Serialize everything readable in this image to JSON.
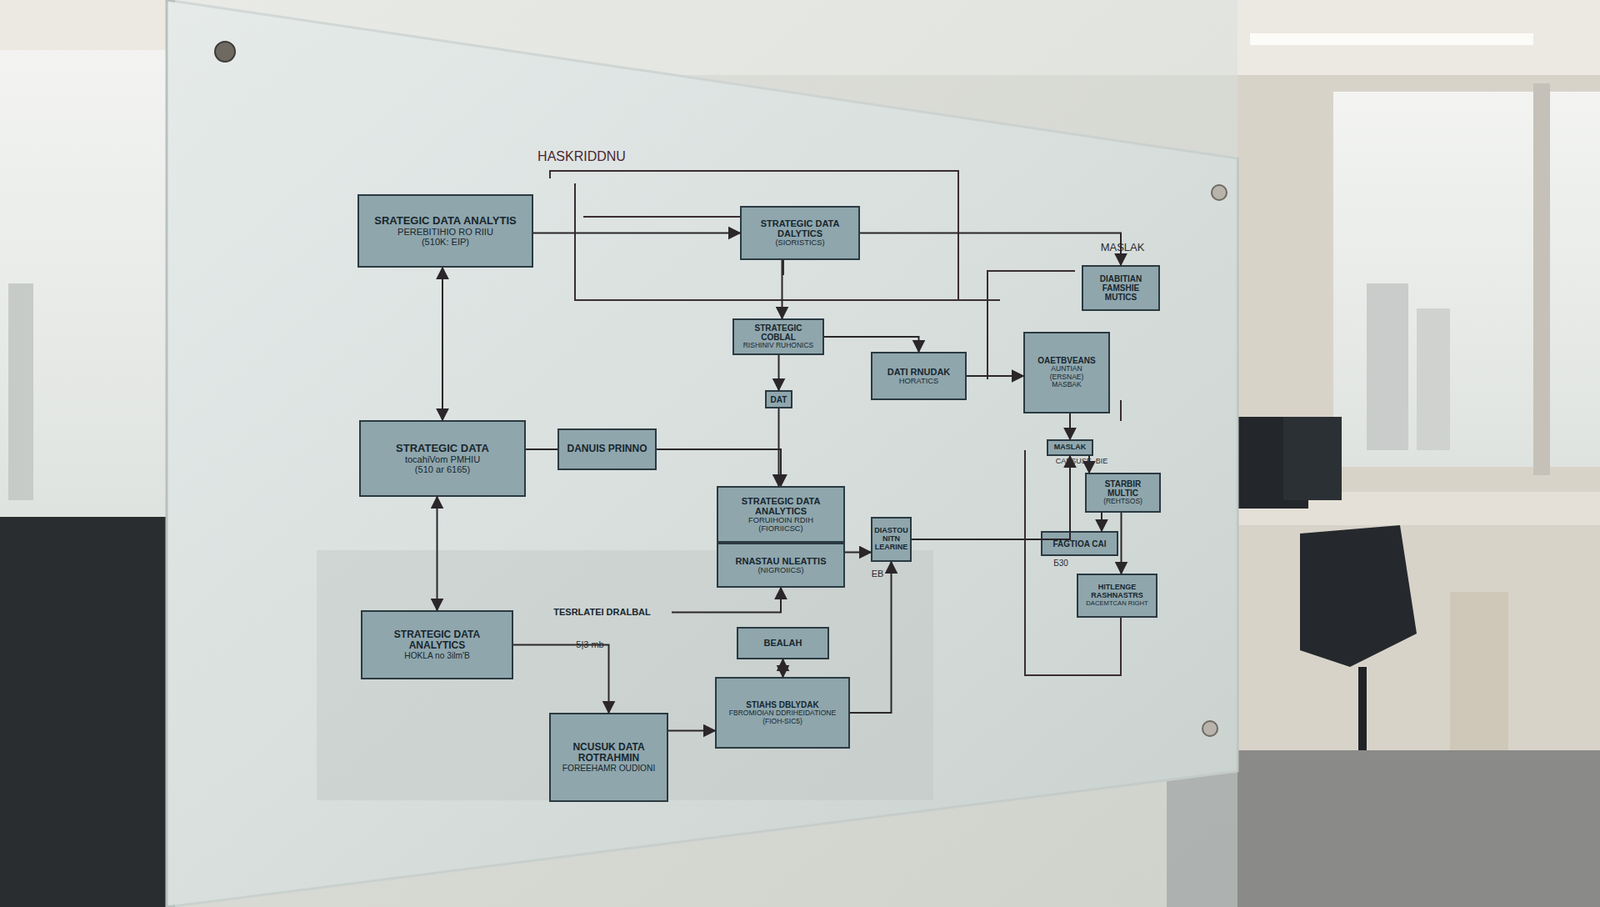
{
  "diagram": {
    "title": "HASKRIDDNU",
    "nodes": [
      {
        "text": [
          "SRATEGIC DATA ANALYTIS",
          "PEREBITIHIO RO RIIU",
          "(510K: EIP)"
        ]
      },
      {
        "text": [
          "STRATEGIC DATA DALYTICS",
          "(SIORISTICS)"
        ]
      },
      {
        "text": [
          "DIABITIAN FAMSHIE MUTICS"
        ]
      },
      {
        "text": [
          "STRATEGIC COBLAL",
          "RISHINIV RUHONICS"
        ]
      },
      {
        "text": [
          "DATI RNUDAK",
          "HORATICS"
        ]
      },
      {
        "text": [
          "OAETBVEANS",
          "AUNTIAN",
          "(ERSNAE)",
          "MASBAK"
        ]
      },
      {
        "text": [
          "DAT"
        ]
      },
      {
        "text": [
          "STRATEGIC DATA",
          "tocahiVom PMHIU",
          "(510 ar 6165)"
        ]
      },
      {
        "text": [
          "DANUIS PRINNO"
        ]
      },
      {
        "text": [
          "MASLAK"
        ]
      },
      {
        "text": [
          "STARBIR MULTIC",
          "(REHTSOS)"
        ]
      },
      {
        "text": [
          "STRATEGIC DATA ANALYTICS",
          "FORUIHOIN RDIH",
          "(FIORIICSC)"
        ]
      },
      {
        "text": [
          "RNASTAU NLEATTIS",
          "(NIGROIICS)"
        ]
      },
      {
        "text": [
          "DIASTOU NITN LEARINE"
        ]
      },
      {
        "text": [
          "FAGTIOA CAI"
        ]
      },
      {
        "text": [
          "TESRLATEI DRALBAL"
        ]
      },
      {
        "text": [
          "STRATEGIC DATA ANALYTICS",
          "HOKLA no 3ilm'B"
        ]
      },
      {
        "text": [
          "BEALAH"
        ]
      },
      {
        "text": [
          "HITLENGE RASHNASTRS",
          "DACEMTCAN RIGHT"
        ]
      },
      {
        "text": [
          "NCUSUK DATA ROTRAHMIN",
          "FOREEHAMR OUDIONI"
        ]
      },
      {
        "text": [
          "STIAHS DBLYDAK",
          "FBROMIOIAN DDRIHEIDATIONE",
          "(FIOH-SIC5)"
        ]
      }
    ],
    "edges": [
      {
        "from": 0,
        "to": 1,
        "arrow": "to"
      },
      {
        "from": 0,
        "to": 7,
        "arrow": "both"
      },
      {
        "from": 7,
        "to": 16,
        "arrow": "both"
      },
      {
        "from": 7,
        "to": 8,
        "arrow": "none"
      },
      {
        "from": 16,
        "to": 19,
        "arrow": "to"
      },
      {
        "from": 19,
        "to": 20,
        "arrow": "to"
      },
      {
        "from": 17,
        "to": 20,
        "arrow": "both"
      },
      {
        "from": 15,
        "to": 12,
        "arrow": "to"
      },
      {
        "from": 8,
        "to": 11,
        "arrow": "to"
      },
      {
        "from": 1,
        "to": 3,
        "arrow": "to"
      },
      {
        "from": 3,
        "to": 6,
        "arrow": "to"
      },
      {
        "from": 6,
        "to": 11,
        "arrow": "to"
      },
      {
        "from": 3,
        "to": 4,
        "arrow": "to"
      },
      {
        "from": 4,
        "to": 5,
        "arrow": "to"
      },
      {
        "from": 1,
        "to": 2,
        "arrow": "to"
      },
      {
        "from": 5,
        "to": 9,
        "arrow": "to"
      },
      {
        "from": 9,
        "to": 10,
        "arrow": "to"
      },
      {
        "from": 10,
        "to": 14,
        "arrow": "to"
      },
      {
        "from": 10,
        "to": 18,
        "arrow": "to"
      },
      {
        "from": 13,
        "to": 9,
        "arrow": "to"
      },
      {
        "from": 20,
        "to": 13,
        "arrow": "to"
      },
      {
        "from": 12,
        "to": 13,
        "arrow": "to"
      }
    ],
    "labels": [
      "MASLAK",
      "CAPSUSE, BIE",
      "Б30",
      "5|3 mb",
      "EB"
    ]
  }
}
